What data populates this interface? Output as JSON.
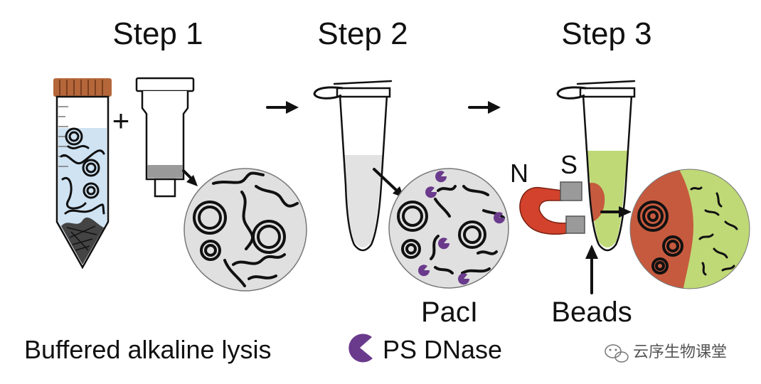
{
  "steps": [
    "Step 1",
    "Step 2",
    "Step 3"
  ],
  "labels": {
    "enzyme": "PacI",
    "beads": "Beads",
    "lysis": "Buffered alkaline lysis",
    "dnase": "PS DNase",
    "magnet_north": "N",
    "magnet_south": "S",
    "plus": "+"
  },
  "watermark": "云序生物课堂",
  "colors": {
    "cap": "#b5673a",
    "liquid_blue": "#cfe3f3",
    "circle_gray": "#e0e0e0",
    "dnase_purple": "#6a3a8c",
    "magnet_red": "#d2422c",
    "beads_green": "#bfd977",
    "beads_red": "#c65a3e",
    "filter_gray": "#9a9a9a"
  },
  "icons": [
    "dnase-pacman-icon",
    "wechat-icon",
    "magnet-icon"
  ]
}
